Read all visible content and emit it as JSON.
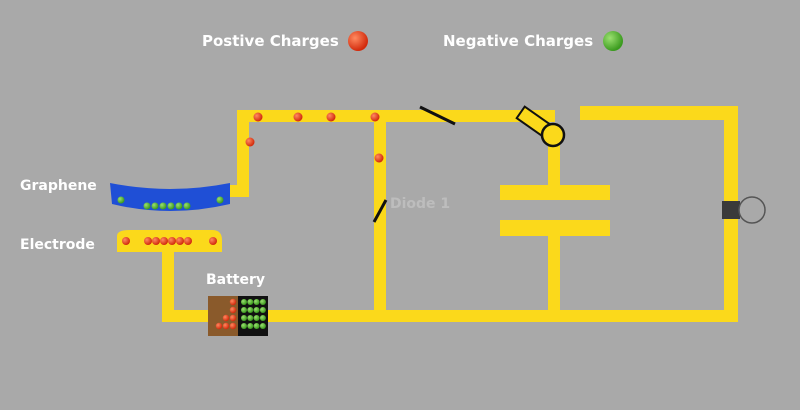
{
  "legend": {
    "positive_label": "Postive Charges",
    "negative_label": "Negative Charges",
    "positive_color": "#e8391a",
    "negative_color": "#4aa82a"
  },
  "labels": {
    "graphene": "Graphene",
    "electrode": "Electrode",
    "battery": "Battery",
    "diode": "Diode 1"
  },
  "colors": {
    "background": "#a9a9a9",
    "wire": "#fbd91b",
    "graphene": "#1f4fd6",
    "battery_left": "#8a5a2b",
    "battery_right": "#111111"
  }
}
